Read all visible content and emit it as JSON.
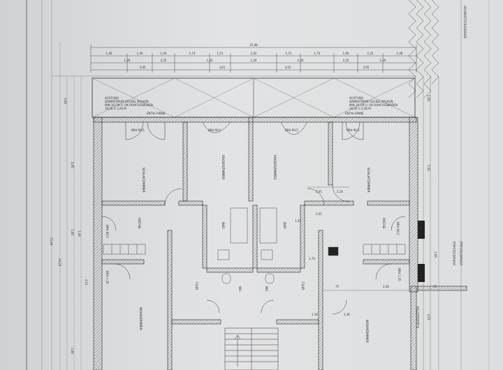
{
  "drawing": {
    "total_dimension": "15,98",
    "top_dims_row1": [
      "1,46",
      "1,00",
      "1,00",
      "1,74",
      "1,51",
      "2,92",
      "1,51",
      "1,74",
      "1,00",
      "2,22",
      "1,46"
    ],
    "top_dims_row2": [
      "1,20",
      "2,25",
      "1,20",
      "1,20",
      "1,20",
      "2,25",
      "1,20"
    ],
    "top_dims_row3": [
      "3,95",
      "3,61",
      "3,61",
      "3,95"
    ],
    "balcony_note_left": [
      "ACHTUNG",
      "DÄMMSTARKE SOCKEL BALKON",
      "MIN 16 CM U. OK ROHFUSSBODEN",
      "16,00 G 2,00 M"
    ],
    "balcony_note_right": [
      "ACHTUNG",
      "DÄMMSTARKE SOCKEL BALKON",
      "MIN 16 CM U. OK ROHFUSSBODEN",
      "16,00 G 2,00 M"
    ],
    "balcony_labels": [
      "ENTW.-RINNE",
      "ENTW.-RINNE"
    ],
    "rooms": {
      "schlafzimmer_left": "SCHLAFZIMMER",
      "kinderzimmer_left": "KINDERZIMMER",
      "kinderzimmer_right": "KINDERZIMMER",
      "schlafzimmer_right": "SCHLAFZIMMER",
      "kueche_left": "KÜCHE",
      "kueche_right": "KÜCHE",
      "bad_left": "BAD",
      "bad_right": "BAD",
      "flur_left": "FLUR",
      "flur_right": "FLUR",
      "wc_left": "WC",
      "wc_right": "WC",
      "wohnzimmer_left": "WOHNZIMMER",
      "wohnzimmer_right": "WOHNZIMMER"
    },
    "window_tags": [
      "BRH 90,5",
      "BRH 90,5",
      "BRH 90,5",
      "BRH 90,5",
      "BRH 90,5",
      "BRH 90,5",
      "BRH 1,35",
      "BRH 1,35"
    ],
    "inner_dims": [
      "2,01",
      "2,24",
      "2,01",
      "1,25",
      "1,76",
      "1,36",
      "2,46",
      "75",
      "75",
      "1,36"
    ],
    "left_dims": [
      "3,00",
      "4,95",
      "1,00",
      "1,46",
      "14,24",
      "15,24",
      "4,51",
      "1,00"
    ],
    "right_dims": [
      "2,00",
      "3,50",
      "1,00",
      "4,51"
    ],
    "right_notes": [
      "VORSATZSCHALE",
      "VORSATZSCHALE",
      "FLIEGENGITTER"
    ],
    "right_edge_label": "GRUNDSTÜCKSGRENZE"
  }
}
